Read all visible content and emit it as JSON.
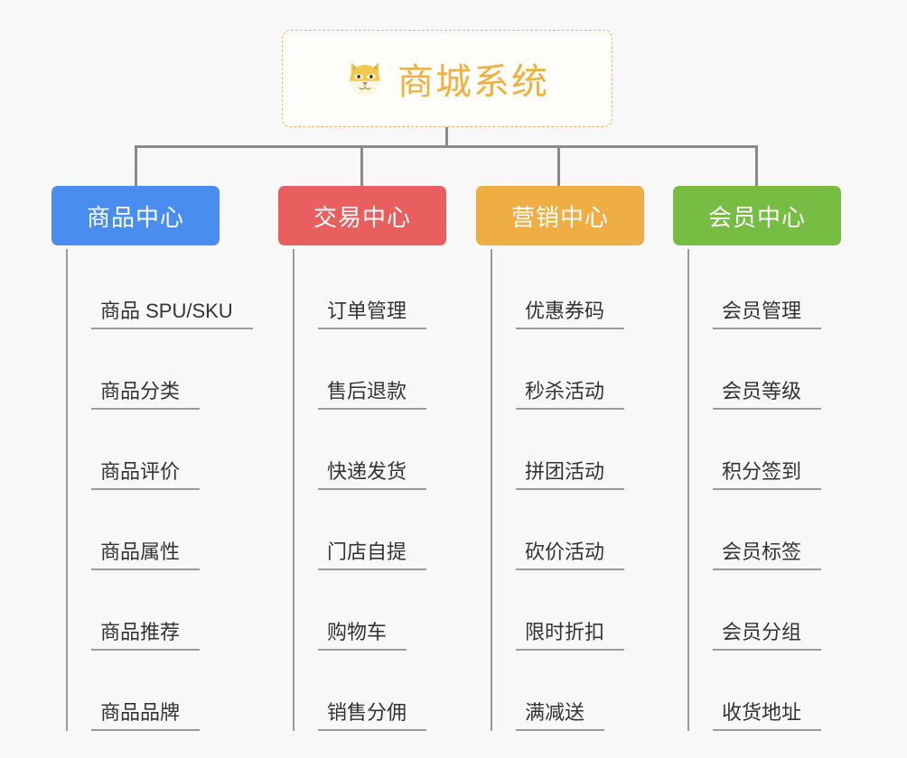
{
  "page": {
    "background_color": "#f8f8f8",
    "type": "organization-chart"
  },
  "root": {
    "title": "商城系统",
    "icon": "dog-face-emoji",
    "text_color": "#f0b040",
    "border_color": "#e8b964",
    "background_color": "#fffefb"
  },
  "branches": [
    {
      "title": "商品中心",
      "color": "#4a8df0",
      "items": [
        "商品 SPU/SKU",
        "商品分类",
        "商品评价",
        "商品属性",
        "商品推荐",
        "商品品牌"
      ]
    },
    {
      "title": "交易中心",
      "color": "#e95f5f",
      "items": [
        "订单管理",
        "售后退款",
        "快递发货",
        "门店自提",
        "购物车",
        "销售分佣"
      ]
    },
    {
      "title": "营销中心",
      "color": "#eeae44",
      "items": [
        "优惠券码",
        "秒杀活动",
        "拼团活动",
        "砍价活动",
        "限时折扣",
        "满减送"
      ]
    },
    {
      "title": "会员中心",
      "color": "#77bd43",
      "items": [
        "会员管理",
        "会员等级",
        "积分签到",
        "会员标签",
        "会员分组",
        "收货地址"
      ]
    }
  ],
  "connector_color": "#8a8a8a",
  "leaf_line_color": "#9a9a9a"
}
